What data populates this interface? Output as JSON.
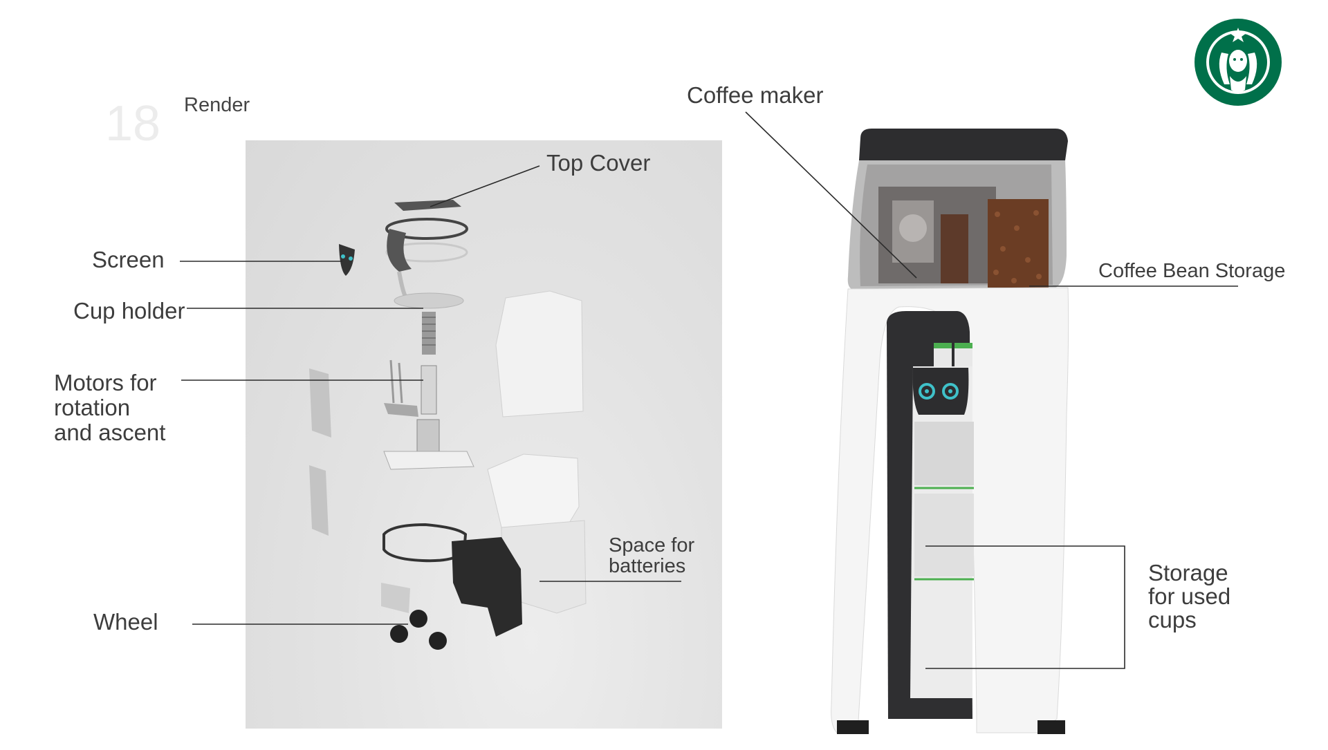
{
  "page": {
    "number": "18",
    "section": "Render"
  },
  "labels": {
    "top_cover": "Top Cover",
    "screen": "Screen",
    "cup_holder": "Cup holder",
    "motors_line1": "Motors for",
    "motors_line2": "rotation",
    "motors_line3": "and ascent",
    "space_line1": "Space for",
    "space_line2": "batteries",
    "wheel": "Wheel",
    "coffee_maker": "Coffee maker",
    "coffee_bean_storage": "Coffee Bean Storage",
    "storage_line1": "Storage",
    "storage_line2": "for used",
    "storage_line3": "cups"
  },
  "colors": {
    "brand_green": "#00704a",
    "robot_eye": "#3fc1c9",
    "coffee_bean": "#6b3d24",
    "dark_top": "#2d2d2f"
  },
  "logo": {
    "name": "starbucks-logo-icon"
  }
}
